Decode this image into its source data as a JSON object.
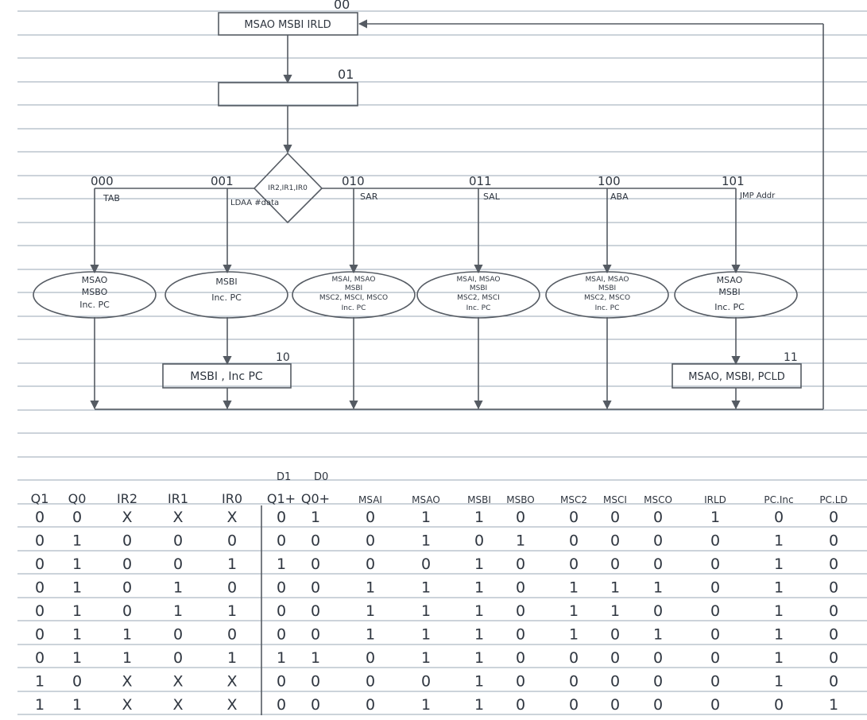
{
  "state_diagram": {
    "states": {
      "s00": {
        "code": "00",
        "label": "MSAO  MSBI  IRLD"
      },
      "s01": {
        "code": "01",
        "label": ""
      },
      "s10": {
        "code": "10",
        "label": "MSBI , Inc PC"
      },
      "s11": {
        "code": "11",
        "label": "MSAO, MSBI, PCLD"
      }
    },
    "decision": {
      "label": "IR2,IR1,IR0"
    },
    "branches": [
      {
        "code": "000",
        "instr": "TAB",
        "actions": [
          "MSAO",
          "MSBO",
          "Inc. PC"
        ]
      },
      {
        "code": "001",
        "instr": "LDAA #data",
        "actions": [
          "MSBI",
          "Inc. PC"
        ]
      },
      {
        "code": "010",
        "instr": "SAR",
        "actions": [
          "MSAI, MSAO",
          "MSBI",
          "MSC2, MSCI, MSCO",
          "Inc. PC"
        ]
      },
      {
        "code": "011",
        "instr": "SAL",
        "actions": [
          "MSAI, MSAO",
          "MSBI",
          "MSC2, MSCI",
          "Inc. PC"
        ]
      },
      {
        "code": "100",
        "instr": "ABA",
        "actions": [
          "MSAI, MSAO",
          "MSBI",
          "MSC2, MSCO",
          "Inc. PC"
        ]
      },
      {
        "code": "101",
        "instr": "JMP Addr",
        "actions": [
          "MSAO",
          "MSBI",
          "Inc. PC"
        ]
      }
    ]
  },
  "table": {
    "next_state_header": [
      "D1",
      "D0"
    ],
    "columns": [
      "Q1",
      "Q0",
      "IR2",
      "IR1",
      "IR0",
      "Q1+",
      "Q0+",
      "MSAI",
      "MSAO",
      "MSBI",
      "MSBO",
      "MSC2",
      "MSCI",
      "MSCO",
      "IRLD",
      "PC.Inc",
      "PC.LD"
    ],
    "rows": [
      [
        "0",
        "0",
        "X",
        "X",
        "X",
        "0",
        "1",
        "0",
        "1",
        "1",
        "0",
        "0",
        "0",
        "0",
        "1",
        "0",
        "0"
      ],
      [
        "0",
        "1",
        "0",
        "0",
        "0",
        "0",
        "0",
        "0",
        "1",
        "0",
        "1",
        "0",
        "0",
        "0",
        "0",
        "1",
        "0"
      ],
      [
        "0",
        "1",
        "0",
        "0",
        "1",
        "1",
        "0",
        "0",
        "0",
        "1",
        "0",
        "0",
        "0",
        "0",
        "0",
        "1",
        "0"
      ],
      [
        "0",
        "1",
        "0",
        "1",
        "0",
        "0",
        "0",
        "1",
        "1",
        "1",
        "0",
        "1",
        "1",
        "1",
        "0",
        "1",
        "0"
      ],
      [
        "0",
        "1",
        "0",
        "1",
        "1",
        "0",
        "0",
        "1",
        "1",
        "1",
        "0",
        "1",
        "1",
        "0",
        "0",
        "1",
        "0"
      ],
      [
        "0",
        "1",
        "1",
        "0",
        "0",
        "0",
        "0",
        "1",
        "1",
        "1",
        "0",
        "1",
        "0",
        "1",
        "0",
        "1",
        "0"
      ],
      [
        "0",
        "1",
        "1",
        "0",
        "1",
        "1",
        "1",
        "0",
        "1",
        "1",
        "0",
        "0",
        "0",
        "0",
        "0",
        "1",
        "0"
      ],
      [
        "1",
        "0",
        "X",
        "X",
        "X",
        "0",
        "0",
        "0",
        "0",
        "1",
        "0",
        "0",
        "0",
        "0",
        "0",
        "1",
        "0"
      ],
      [
        "1",
        "1",
        "X",
        "X",
        "X",
        "0",
        "0",
        "0",
        "1",
        "1",
        "0",
        "0",
        "0",
        "0",
        "0",
        "0",
        "1"
      ]
    ]
  },
  "colors": {
    "ink": "#2f3640",
    "rule": "#9aa7b5",
    "paper": "#ffffff"
  }
}
